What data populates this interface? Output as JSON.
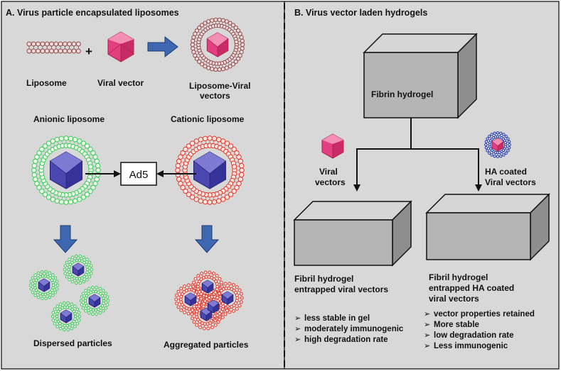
{
  "panel_a": {
    "title": "A. Virus particle encapsulated liposomes",
    "row1": {
      "plus": "+",
      "liposome_label": "Liposome",
      "viral_vector_label": "Viral vector",
      "result_label_line1": "Liposome-Viral",
      "result_label_line2": "vectors"
    },
    "anionic_label": "Anionic liposome",
    "cationic_label": "Cationic liposome",
    "ad5_label": "Ad5",
    "dispersed_label": "Dispersed particles",
    "aggregated_label": "Aggregated particles"
  },
  "panel_b": {
    "title": "B. Virus vector laden hydrogels",
    "fibrin_label": "Fibrin hydrogel",
    "left_vector_line1": "Viral",
    "left_vector_line2": "vectors",
    "right_vector_line1": "HA coated",
    "right_vector_line2": "Viral vectors",
    "left_gel_line1": "Fibril hydrogel",
    "left_gel_line2": "entrapped viral vectors",
    "right_gel_line1": "Fibril hydrogel",
    "right_gel_line2": "entrapped HA coated",
    "right_gel_line3": "viral vectors",
    "left_bullets": [
      "less stable in gel",
      "moderately immunogenic",
      "high degradation rate"
    ],
    "right_bullets": [
      "vector properties retained",
      "More stable",
      "low degradation rate",
      "Less immunogenic"
    ],
    "bullet_symbol": "➢"
  },
  "colors": {
    "panel_bg": "#d8d8d8",
    "liposome_brown": "#8b4a4a",
    "anionic_green": "#3ec95a",
    "cationic_red": "#e03a2c",
    "capsid_blue": "#4a47b0",
    "capsid_pink": "#e33f7f",
    "arrow_blue": "#3d68b1",
    "box_gray": "#b5b5b5"
  }
}
